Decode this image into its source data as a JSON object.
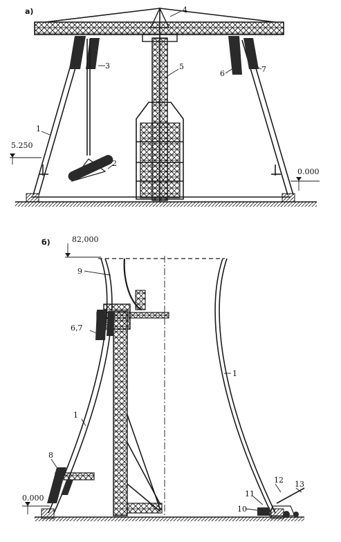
{
  "figure_a": {
    "panel_label": "а)",
    "elev_left": "5.250",
    "elev_right": "0.000",
    "callouts": [
      "1",
      "2",
      "3",
      "4",
      "5",
      "6",
      "7"
    ]
  },
  "figure_b": {
    "panel_label": "б)",
    "elev_top": "82,000",
    "elev_bottom": "0.000",
    "callouts": [
      "1",
      "1",
      "6,7",
      "8",
      "9",
      "10",
      "11",
      "12",
      "13"
    ]
  }
}
